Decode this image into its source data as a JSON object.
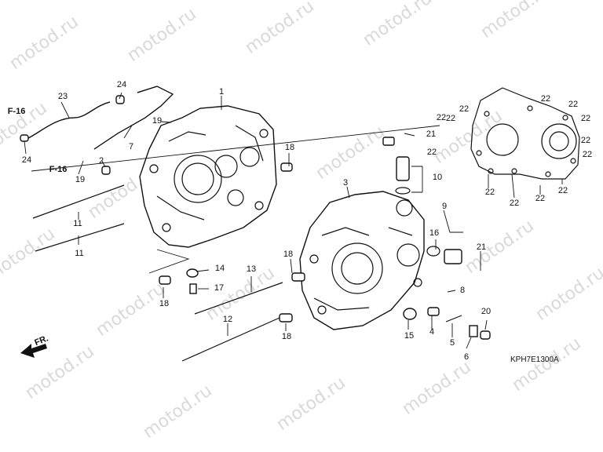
{
  "diagram": {
    "watermark_text": "motod.ru",
    "drawing_code": "KPH7E1300A",
    "ref_labels": [
      "F-16",
      "F-16",
      "FR."
    ],
    "callouts": [
      "1",
      "2",
      "3",
      "4",
      "5",
      "6",
      "7",
      "8",
      "9",
      "10",
      "11",
      "11",
      "12",
      "13",
      "14",
      "15",
      "16",
      "17",
      "18",
      "18",
      "18",
      "18",
      "19",
      "19",
      "20",
      "21",
      "21",
      "22",
      "23",
      "24",
      "24"
    ],
    "cover_callouts": [
      "22",
      "22",
      "22",
      "22",
      "22",
      "22",
      "22",
      "22",
      "22",
      "22",
      "22",
      "22"
    ]
  }
}
